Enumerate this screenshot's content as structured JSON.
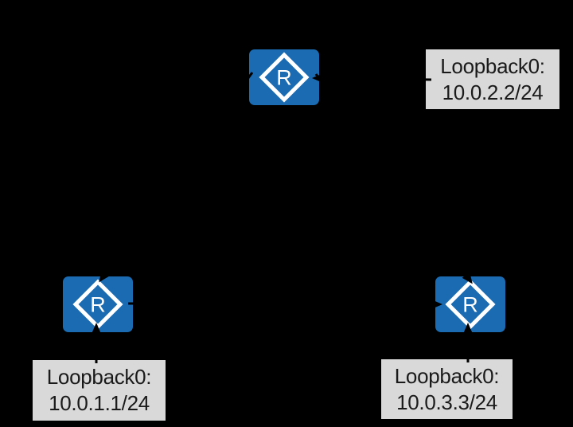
{
  "diagram": {
    "type": "network-topology",
    "background": "#000000"
  },
  "colors": {
    "canvas_bg": "#000000",
    "router_fill": "#1b6bb2",
    "router_glyph": "#ffffff",
    "label_bg": "#d9d9d9",
    "label_text": "#1a1a1a",
    "connector": "#000000"
  },
  "nodes": [
    {
      "id": "router-top",
      "icon": "router-icon",
      "glyph": "R",
      "label": {
        "line1": "Loopback0:",
        "line2": "10.0.2.2/24"
      }
    },
    {
      "id": "router-bottom-left",
      "icon": "router-icon",
      "glyph": "R",
      "label": {
        "line1": "Loopback0:",
        "line2": "10.0.1.1/24"
      }
    },
    {
      "id": "router-bottom-right",
      "icon": "router-icon",
      "glyph": "R",
      "label": {
        "line1": "Loopback0:",
        "line2": "10.0.3.3/24"
      }
    }
  ],
  "links": [
    {
      "from": "router-top",
      "to": "router-bottom-left"
    },
    {
      "from": "router-top",
      "to": "router-bottom-right"
    },
    {
      "from": "router-bottom-left",
      "to": "router-bottom-right"
    },
    {
      "from": "loopback-label-top",
      "to": "router-top"
    },
    {
      "from": "loopback-label-bottom-left",
      "to": "router-bottom-left"
    },
    {
      "from": "loopback-label-bottom-right",
      "to": "router-bottom-right"
    }
  ]
}
